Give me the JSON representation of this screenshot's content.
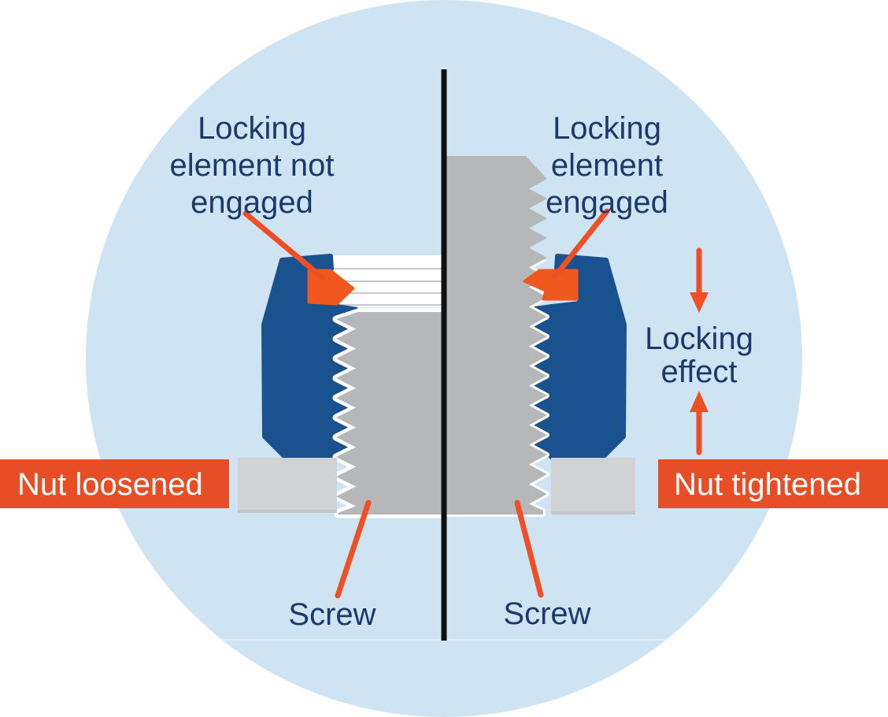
{
  "labels": {
    "left_callout": {
      "lines": [
        "Locking",
        "element not",
        "engaged"
      ]
    },
    "right_callout": {
      "lines": [
        "Locking",
        "element",
        "engaged"
      ]
    },
    "locking_effect": {
      "lines": [
        "Locking",
        "effect"
      ]
    },
    "screw_left": "Screw",
    "screw_right": "Screw",
    "banner_left": "Nut loosened",
    "banner_right": "Nut tightened"
  },
  "colors": {
    "background_circle": "#CFE4F2",
    "nut_blue": "#1A5290",
    "screw_gray": "#B5B7B9",
    "washer_gray": "#D0D2D4",
    "washer_edge_gray": "#C3C5C7",
    "locking_element_orange": "#F1581F",
    "banner_orange": "#E74E26",
    "arrow_orange": "#F04F26",
    "label_navy": "#1B3A6B",
    "centerline_black": "#101010",
    "banner_text_white": "#FFFFFF",
    "thread_gap_white": "#FFFFFF",
    "bore_line_gray": "#C2C8CD",
    "bore_shade_gray": "#E8EAEC"
  }
}
